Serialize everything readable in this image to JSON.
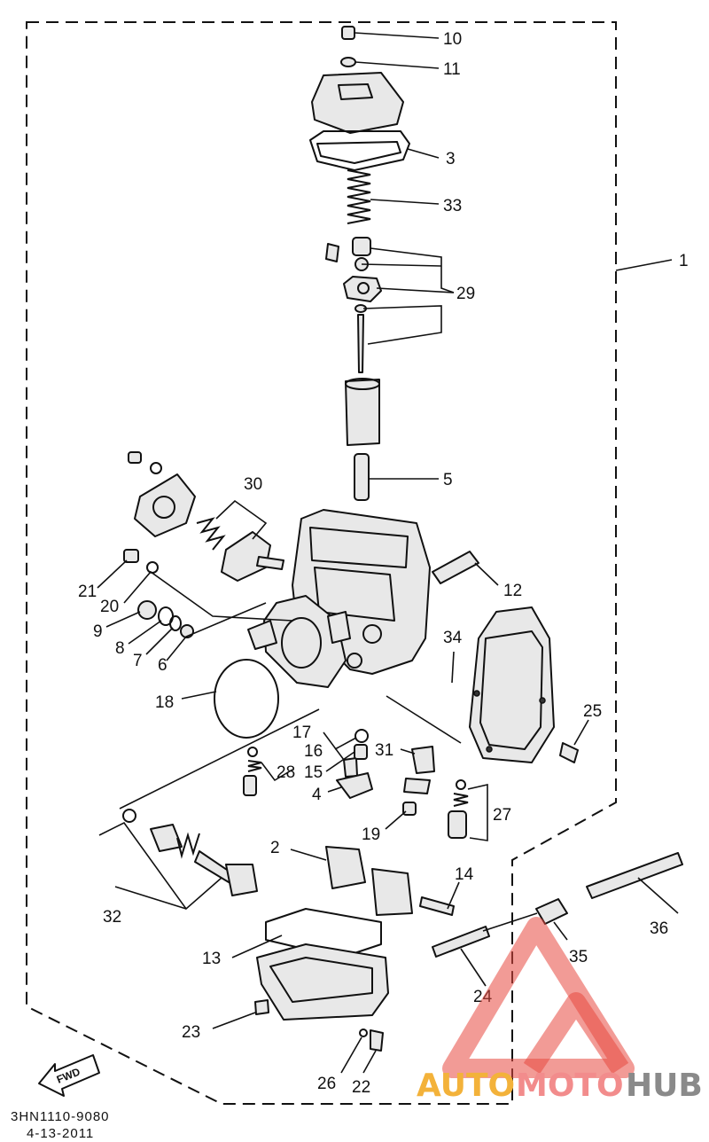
{
  "diagram": {
    "callouts": {
      "c10": "10",
      "c11": "11",
      "c3": "3",
      "c33": "33",
      "c1": "1",
      "c29": "29",
      "c5": "5",
      "c30": "30",
      "c12": "12",
      "c21": "21",
      "c20": "20",
      "c9": "9",
      "c8": "8",
      "c7": "7",
      "c6": "6",
      "c34": "34",
      "c18": "18",
      "c25": "25",
      "c17": "17",
      "c16": "16",
      "c31": "31",
      "c28": "28",
      "c15": "15",
      "c4": "4",
      "c27": "27",
      "c19": "19",
      "c2": "2",
      "c14": "14",
      "c32": "32",
      "c36": "36",
      "c13": "13",
      "c35": "35",
      "c24": "24",
      "c23": "23",
      "c26": "26",
      "c22": "22"
    },
    "fwd_label": "FWD",
    "drawing_number": "3HN1110-9080",
    "date": "4-13-2011"
  },
  "watermark": {
    "text_auto": "AUTO",
    "text_moto": "MOTO",
    "text_hub": "HUB",
    "colors": {
      "auto": "#f3b23a",
      "moto": "#f28c8c",
      "hub": "#8a8a8a",
      "logo": "#e8483f"
    }
  }
}
